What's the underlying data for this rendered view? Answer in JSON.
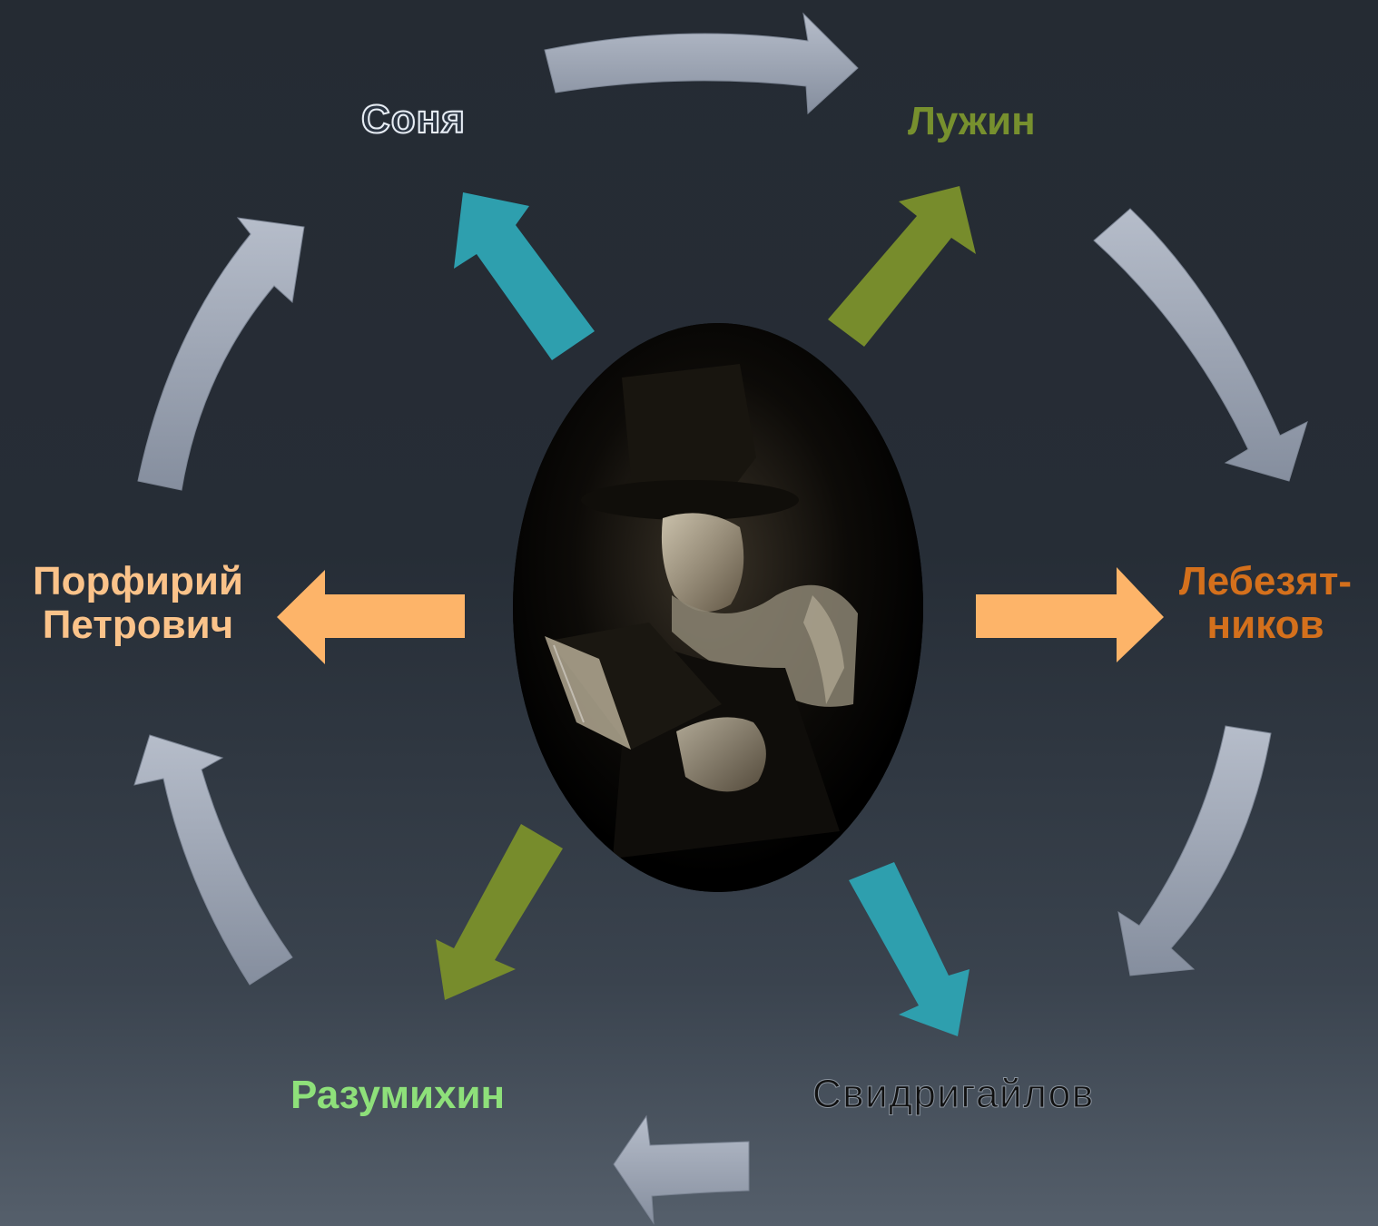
{
  "diagram": {
    "center_image": "portrait-man-in-top-hat-reading-book",
    "labels": {
      "sonya": "Соня",
      "luzhin": "Лужин",
      "lebeziatnikov_1": "Лебезят-",
      "lebeziatnikov_2": "ников",
      "svidrigailov": "Свидригайлов",
      "razumikhin": "Разумихин",
      "porfiry_1": "Порфирий",
      "porfiry_2": "Петрович"
    },
    "colors": {
      "sonya": "#2b3542",
      "luzhin": "#77902e",
      "lebeziatnikov": "#d4701c",
      "svidrigailov": "#111111",
      "razumikhin": "#8ee07a",
      "porfiry": "#fbc38a",
      "teal_arrow": "#2e9fae",
      "green_arrow": "#778c2c",
      "orange_arrow": "#fdb469",
      "gray_arrow": "#9aa3b4"
    }
  }
}
